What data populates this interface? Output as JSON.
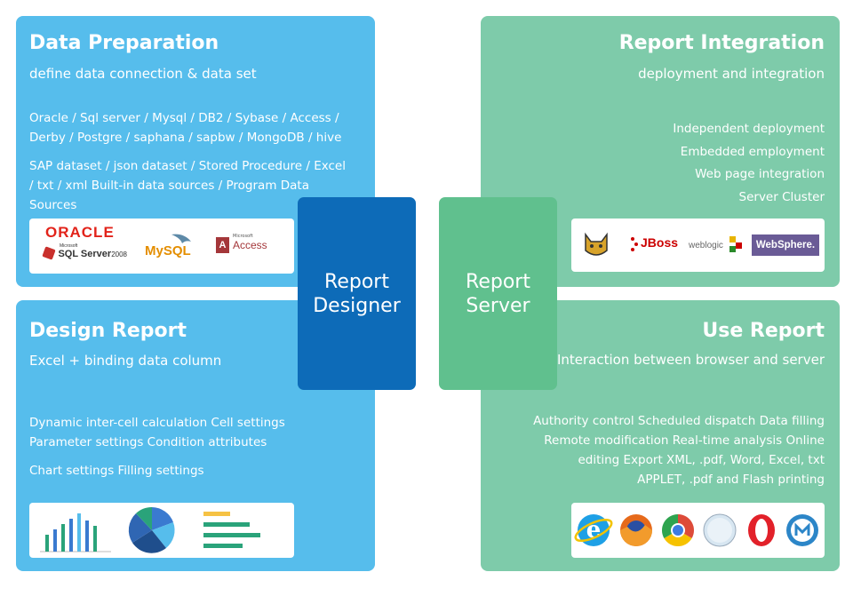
{
  "data_preparation": {
    "title": "Data Preparation",
    "subtitle": "define data connection & data set",
    "databases": "Oracle / Sql server / Mysql / DB2 / Sybase / Access /\nDerby / Postgre / saphana / sapbw / MongoDB / hive",
    "datasets": "SAP dataset / json dataset / Stored Procedure / Excel\n/ txt / xml  Built-in data sources / Program Data\nSources",
    "logos": {
      "oracle": "ORACLE",
      "sqlserver_small": "Microsoft",
      "sqlserver": "SQL Server",
      "sqlserver_year": "2008",
      "mysql": "MySQL",
      "access_small": "Microsoft",
      "access": "Access"
    }
  },
  "design_report": {
    "title": "Design Report",
    "subtitle": "Excel + binding data column",
    "features_1": "Dynamic inter-cell calculation   Cell settings\nParameter settings  Condition attributes",
    "features_2": "Chart settings    Filling settings"
  },
  "report_integration": {
    "title": "Report Integration",
    "subtitle": "deployment and integration",
    "items": "Independent deployment\nEmbedded employment\nWeb page integration\nServer Cluster",
    "logos": {
      "jboss": "JBoss",
      "weblogic": "weblogic",
      "websphere": "WebSphere."
    }
  },
  "use_report": {
    "title": "Use Report",
    "subtitle": "Interaction between browser and server",
    "items": "Authority control  Scheduled dispatch  Data filling\nRemote modification   Real-time analysis    Online\nediting     Export  XML, .pdf, Word, Excel, txt\nAPPLET, .pdf and Flash printing"
  },
  "center": {
    "designer": "Report\nDesigner",
    "server": "Report\nServer"
  },
  "colors": {
    "blue_panel": "#56bdec",
    "green_panel": "#7ecbaa",
    "designer": "#0d6bb8",
    "server": "#60c08e"
  }
}
